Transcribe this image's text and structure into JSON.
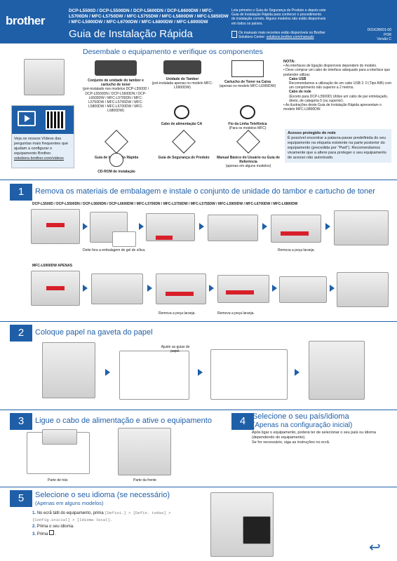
{
  "header": {
    "logo": "brother",
    "models": "DCP-L5500D / DCP-L5500DN / DCP-L5600DN / DCP-L6600DW / MFC-L5700DN / MFC-L5750DW / MFC-L5755DW / MFC-L5800DW / MFC-L5850DW / MFC-L5900DW / MFC-L6700DW / MFC-L6800DW / MFC-L6900DW",
    "title": "Guia de Instalação Rápida",
    "note": "Leia primeiro o Guia de Segurança de Produto e depois este Guia de Instalação Rápida para conhecer o procedimento de instalação correto. Alguns modelos não estão disponíveis em todos os países.",
    "manuals_note": "Os manuais mais recentes estão disponíveis no Brother Solutions Center:",
    "manuals_link": "solutions.brother.com/manuals",
    "doc_id": "D01K2B001-00",
    "lang": "POR",
    "version": "Versão C"
  },
  "unpack": {
    "title": "Desembale o equipamento e verifique os componentes",
    "video_text": "Veja os nossos Vídeos das perguntas mais frequentes que ajudam a configurar o equipamento Brother.",
    "video_link": "solutions.brother.com/videos",
    "drum_title": "Conjunto de unidade do tambor e cartucho de toner",
    "drum_desc": "(pré-instalado nos modelos DCP-L5500D / DCP-L5500DN / DCP-L5600DN / DCP-L6600DW / MFC-L5700DN / MFC-L5750DW / MFC-L5755DW / MFC-L5800DW / MFC-L6700DW / MFC-L6800DW)",
    "drum_unit_title": "Unidade do Tambor",
    "drum_unit_desc": "(pré-instalada apenas no modelo MFC-L6900DW)",
    "toner_box_title": "Cartucho de Toner na Caixa",
    "toner_box_desc": "(apenas no modelo MFC-L6900DW)",
    "ac_cord": "Cabo de alimentação CA",
    "phone_cord": "Fio da Linha Telefônica",
    "phone_cord_desc": "(Para os modelos MFC)",
    "quick_guide": "Guia de Instalação Rápida",
    "safety_guide": "Guia de Segurança de Produto",
    "basic_guide": "Manual Básico do Usuário ou Guia de Referência",
    "basic_guide_desc": "(apenas em alguns modelos)",
    "cdrom": "CD-ROM de instalação"
  },
  "notes": {
    "title": "NOTA:",
    "lines": [
      "• As interfaces de ligação disponíveis dependem do modelo.",
      "• Deve comprar um cabo de interface adequado para a interface que pretender utilizar."
    ],
    "usb_title": "Cabo USB",
    "usb_text": "Recomendamos a utilização de um cabo USB 2. 0 (Tipo A/B) com um comprimento não superior a 2 metros.",
    "net_cable_title": "Cabo de rede",
    "net_cable_text": "(Exceto para DCP-L5500D) Utilize um cabo de par entrelaçado, direto, de categoria 5 (ou superior).",
    "illus_note": "• As ilustrações deste Guia de Instalação Rápida apresentam o modelo MFC-L6800DW."
  },
  "network": {
    "title": "Acesso protegido de rede",
    "text": "É possível encontrar a palavra-passe predefinida do seu equipamento na etiqueta existente na parte posterior do equipamento (precedida por \"Pwd\"). Recomendamos vivamente que a altere para proteger o seu equipamento de acesso não autorizado."
  },
  "step1": {
    "num": "1",
    "title": "Remova os materiais de embalagem e instale o conjunto de unidade do tambor e cartucho de toner",
    "models": "DCP-L5500D / DCP-L5500DN / DCP-L5600DN / DCP-L6600DW / MFC-L5700DN / MFC-L5750DW / MFC-L5755DW / MFC-L5900DW / MFC-L6700DW / MFC-L6800DW",
    "cap_gel": "Deite fora a embalagem de gel de sílica.",
    "cap_remove": "Remova a peça laranja.",
    "only_model": "MFC-L6900DW APENAS",
    "cap_remove2": "Remova a peça laranja.",
    "cap_remove3": "Remova a peça laranja."
  },
  "step2": {
    "num": "2",
    "title": "Coloque papel na gaveta do papel",
    "cap_guides": "Ajuste as guias de papel."
  },
  "step3": {
    "num": "3",
    "title": "Ligue o cabo de alimentação e ative o equipamento",
    "cap_back": "Parte de trás",
    "cap_front": "Parte da frente"
  },
  "step4": {
    "num": "4",
    "title": "Selecione o seu país/idioma",
    "subtitle": "(Apenas na configuração inicial)",
    "text1": "Após ligar o equipamento, poderá ter de selecionar o seu país ou idioma (dependendo do equipamento).",
    "text2": "Se for necessário, siga as instruções no ecrã."
  },
  "step5": {
    "num": "5",
    "title": "Selecione o seu idioma (se necessário)",
    "subtitle": "(Apenas em alguns modelos)",
    "items": [
      {
        "n": "1.",
        "pre": "No ecrã tátil do equipamento, prima",
        "path": "[Defini.] > [Defin. todas] > [Config.inicial] > [Idioma local]."
      },
      {
        "n": "2.",
        "pre": "Prima o seu idioma.",
        "path": ""
      },
      {
        "n": "3.",
        "pre": "Prima",
        "path": "."
      }
    ]
  }
}
